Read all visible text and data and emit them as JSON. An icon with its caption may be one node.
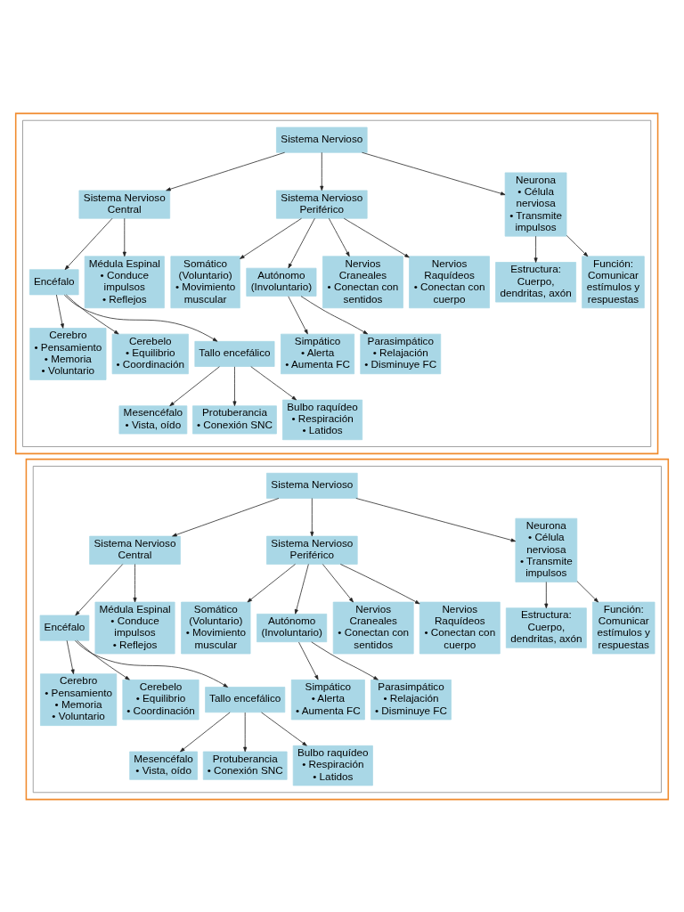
{
  "diagram": {
    "nodes": [
      {
        "text": [],
        "shape": "box"
      },
      {
        "text": [],
        "shape": "box",
        "in": 0
      },
      {
        "text": [
          "Sistema Nervioso"
        ],
        "in": 1
      },
      {
        "text": [
          "Sistema Nervioso Central"
        ],
        "in": 1
      },
      {
        "text": [
          "Sistema Nervioso Periférico"
        ],
        "in": 1
      },
      {
        "text": [
          "Neurona",
          "• Célula nerviosa",
          "• Transmite impulsos"
        ],
        "in": 1
      },
      {
        "text": [
          "Encéfalo"
        ],
        "in": 1
      },
      {
        "text": [
          "Médula Espinal",
          "• Conduce impulsos",
          "• Reflejos"
        ],
        "in": 1
      },
      {
        "text": [
          "Somático (Voluntario)",
          "• Movimiento muscular"
        ],
        "in": 1
      },
      {
        "text": [
          "Autónomo (Involuntario)"
        ],
        "in": 1
      },
      {
        "text": [
          "Nervios Craneales",
          "• Conectan con sentidos"
        ],
        "in": 1
      },
      {
        "text": [
          "Nervios Raquídeos",
          "• Conectan con cuerpo"
        ],
        "in": 1
      },
      {
        "text": [
          "Estructura:",
          "Cuerpo, dendritas, axón"
        ],
        "in": 1
      },
      {
        "text": [
          "Función:",
          "Comunicar estímulos y respuestas"
        ],
        "in": 1
      },
      {
        "text": [
          "Cerebro",
          "• Pensamiento",
          "• Memoria",
          "• Voluntario"
        ],
        "in": 1
      },
      {
        "text": [
          "Cerebelo",
          "• Equilibrio",
          "• Coordinación"
        ],
        "in": 1
      },
      {
        "text": [
          "Tallo encefálico"
        ],
        "in": 1
      },
      {
        "text": [
          "Simpático",
          "• Alerta",
          "• Aumenta FC"
        ],
        "in": 1
      },
      {
        "text": [
          "Parasimpático",
          "• Relajación",
          "• Disminuye FC"
        ],
        "in": 1
      },
      {
        "text": [
          "Mesencéfalo",
          "• Vista, oído"
        ],
        "in": 1
      },
      {
        "text": [
          "Protuberancia",
          "• Conexión SNC"
        ],
        "in": 1
      },
      {
        "text": [
          "Bulbo raquídeo",
          "• Respiración",
          "• Latidos"
        ],
        "in": 1
      },
      {
        "text": [],
        "shape": "box"
      },
      {
        "text": [],
        "shape": "box",
        "in": 22
      },
      {
        "text": [
          "Sistema Nervioso"
        ],
        "in": 23
      },
      {
        "text": [
          "Sistema Nervioso Central"
        ],
        "in": 23
      },
      {
        "text": [
          "Sistema Nervioso Periférico"
        ],
        "in": 23
      },
      {
        "text": [
          "Neurona",
          "• Célula nerviosa",
          "• Transmite impulsos"
        ],
        "in": 23
      },
      {
        "text": [
          "Encéfalo"
        ],
        "in": 23
      },
      {
        "text": [
          "Médula Espinal",
          "• Conduce impulsos",
          "• Reflejos"
        ],
        "in": 23
      },
      {
        "text": [
          "Somático (Voluntario)",
          "• Movimiento muscular"
        ],
        "in": 23
      },
      {
        "text": [
          "Autónomo (Involuntario)"
        ],
        "in": 23
      },
      {
        "text": [
          "Nervios Craneales",
          "• Conectan con sentidos"
        ],
        "in": 23
      },
      {
        "text": [
          "Nervios Raquídeos",
          "• Conectan con cuerpo"
        ],
        "in": 23
      },
      {
        "text": [
          "Estructura:",
          "Cuerpo, dendritas, axón"
        ],
        "in": 23
      },
      {
        "text": [
          "Función:",
          "Comunicar estímulos y respuestas"
        ],
        "in": 23
      },
      {
        "text": [
          "Cerebro",
          "• Pensamiento",
          "• Memoria",
          "• Voluntario"
        ],
        "in": 23
      },
      {
        "text": [
          "Cerebelo",
          "• Equilibrio",
          "• Coordinación"
        ],
        "in": 23
      },
      {
        "text": [
          "Tallo encefálico"
        ],
        "in": 23
      },
      {
        "text": [
          "Simpático",
          "• Alerta",
          "• Aumenta FC"
        ],
        "in": 23
      },
      {
        "text": [
          "Parasimpático",
          "• Relajación",
          "• Disminuye FC"
        ],
        "in": 23
      },
      {
        "text": [
          "Mesencéfalo",
          "• Vista, oído"
        ],
        "in": 23
      },
      {
        "text": [
          "Protuberancia",
          "• Conexión SNC"
        ],
        "in": 23
      },
      {
        "text": [
          "Bulbo raquídeo",
          "• Respiración",
          "• Latidos"
        ],
        "in": 23
      }
    ],
    "edges": [
      {
        "from": 2,
        "to": 3,
        "arrow": "to"
      },
      {
        "from": 2,
        "to": 4,
        "arrow": "to"
      },
      {
        "from": 2,
        "to": 5,
        "arrow": "to"
      },
      {
        "from": 3,
        "to": 6,
        "arrow": "to"
      },
      {
        "from": 3,
        "to": 7,
        "arrow": "to"
      },
      {
        "from": 4,
        "to": 8,
        "arrow": "to"
      },
      {
        "from": 4,
        "to": 9,
        "arrow": "to"
      },
      {
        "from": 4,
        "to": 10,
        "arrow": "to"
      },
      {
        "from": 4,
        "to": 11,
        "arrow": "to"
      },
      {
        "from": 5,
        "to": 12,
        "arrow": "to"
      },
      {
        "from": 5,
        "to": 13,
        "arrow": "to"
      },
      {
        "from": 6,
        "to": 14,
        "arrow": "to"
      },
      {
        "from": 6,
        "to": 15,
        "arrow": "to"
      },
      {
        "from": 6,
        "to": 16,
        "arrow": "to"
      },
      {
        "from": 9,
        "to": 17,
        "arrow": "to"
      },
      {
        "from": 9,
        "to": 18,
        "arrow": "to"
      },
      {
        "from": 16,
        "to": 19,
        "arrow": "to"
      },
      {
        "from": 16,
        "to": 20,
        "arrow": "to"
      },
      {
        "from": 16,
        "to": 21,
        "arrow": "to"
      },
      {
        "from": 24,
        "to": 25,
        "arrow": "to"
      },
      {
        "from": 24,
        "to": 26,
        "arrow": "to"
      },
      {
        "from": 24,
        "to": 27,
        "arrow": "to"
      },
      {
        "from": 25,
        "to": 28,
        "arrow": "to"
      },
      {
        "from": 25,
        "to": 29,
        "arrow": "to"
      },
      {
        "from": 26,
        "to": 30,
        "arrow": "to"
      },
      {
        "from": 26,
        "to": 31,
        "arrow": "to"
      },
      {
        "from": 26,
        "to": 32,
        "arrow": "to"
      },
      {
        "from": 26,
        "to": 33,
        "arrow": "to"
      },
      {
        "from": 27,
        "to": 34,
        "arrow": "to"
      },
      {
        "from": 27,
        "to": 35,
        "arrow": "to"
      },
      {
        "from": 28,
        "to": 36,
        "arrow": "to"
      },
      {
        "from": 28,
        "to": 37,
        "arrow": "to"
      },
      {
        "from": 28,
        "to": 38,
        "arrow": "to"
      },
      {
        "from": 31,
        "to": 39,
        "arrow": "to"
      },
      {
        "from": 31,
        "to": 40,
        "arrow": "to"
      },
      {
        "from": 38,
        "to": 41,
        "arrow": "to"
      },
      {
        "from": 38,
        "to": 42,
        "arrow": "to"
      },
      {
        "from": 38,
        "to": 43,
        "arrow": "to"
      }
    ]
  }
}
